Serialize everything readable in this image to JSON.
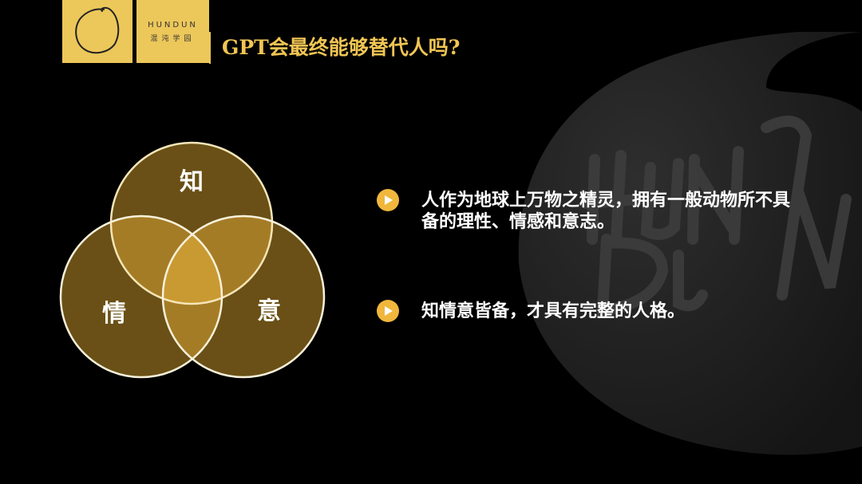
{
  "logo": {
    "brand_en": "HUNDUN",
    "brand_cn": "混沌学园",
    "mark_icon": "ensō-circle-icon",
    "color": "#ecc75a"
  },
  "header": {
    "title": "GPT会最终能够替代人吗?",
    "title_color": "#f0c553"
  },
  "venn": {
    "circles": [
      {
        "label": "知",
        "position": "top"
      },
      {
        "label": "情",
        "position": "bottom-left"
      },
      {
        "label": "意",
        "position": "bottom-right"
      }
    ],
    "fill_color": "#6a5016",
    "center_color": "#c99a32"
  },
  "bullets": [
    {
      "icon": "play-circle-icon",
      "text": "人作为地球上万物之精灵，拥有一般动物所不具备的理性、情感和意志。"
    },
    {
      "icon": "play-circle-icon",
      "text": "知情意皆备，才具有完整的人格。"
    }
  ],
  "watermark": {
    "text": "HUN DUN",
    "icon": "brush-logo-watermark"
  }
}
